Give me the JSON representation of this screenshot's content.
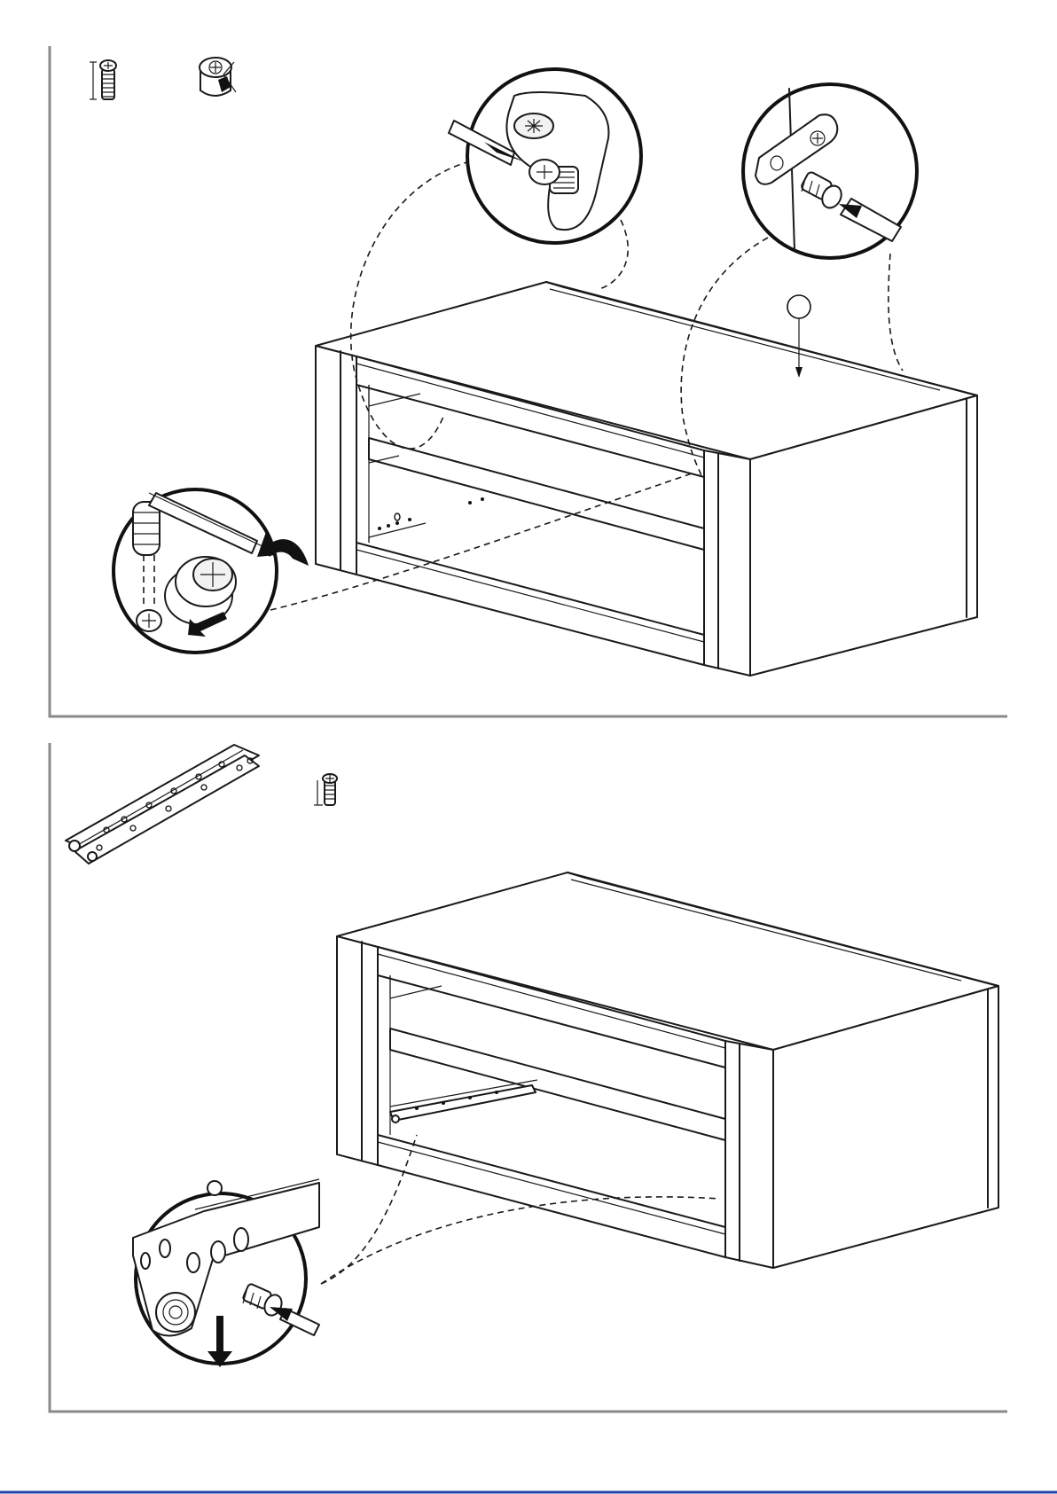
{
  "diagram": {
    "accent_line": "#2244aa",
    "panels": [
      {
        "step": "top",
        "parts": [
          "cam-screw-icon",
          "cam-lock-icon"
        ],
        "callouts": [
          "screw-into-corner-bracket",
          "screw-into-connector-plate",
          "turn-cam-lock"
        ],
        "marker_label": ""
      },
      {
        "step": "bottom",
        "parts": [
          "drawer-slide-icon",
          "cam-screw-icon"
        ],
        "callouts": [
          "screw-slide-to-side-panel"
        ]
      }
    ]
  }
}
